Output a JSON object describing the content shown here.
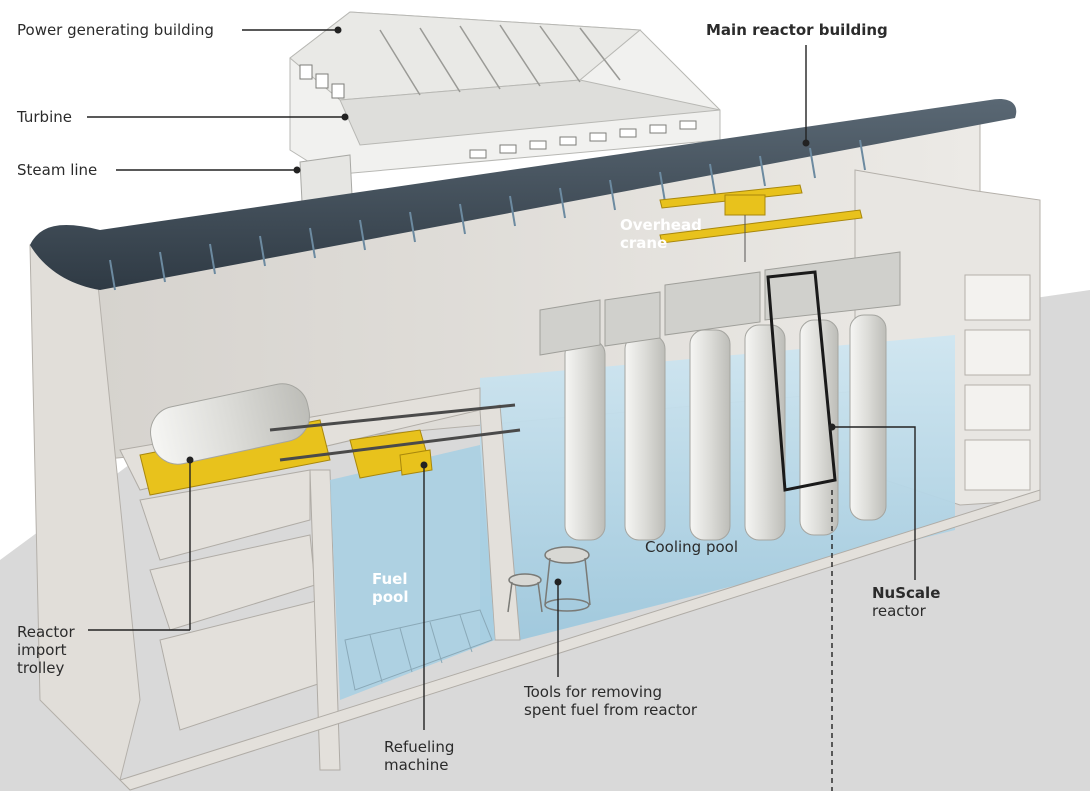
{
  "labels": {
    "power_generating_building": "Power generating building",
    "turbine": "Turbine",
    "steam_line": "Steam line",
    "main_reactor_building": "Main reactor building",
    "overhead_crane": [
      "Overhead",
      "crane"
    ],
    "fuel_pool": [
      "Fuel",
      "pool"
    ],
    "cooling_pool": "Cooling pool",
    "nuscale_bold": "NuScale",
    "nuscale_rest": "reactor",
    "reactor_import_trolley": [
      "Reactor",
      "import",
      "trolley"
    ],
    "tools": [
      "Tools for removing",
      "spent fuel from reactor"
    ],
    "refueling_machine": [
      "Refueling",
      "machine"
    ]
  },
  "colors": {
    "leader": "#222222",
    "concrete": "#e4e2de",
    "concrete_dark": "#c9c6c1",
    "water": "#bcd9e8",
    "water_deep": "#8fbfd8",
    "roof": "#3a4550",
    "roof_ribs": "#4f6f86",
    "machine_yellow": "#e8c21c",
    "ground": "#d8d8d8"
  }
}
